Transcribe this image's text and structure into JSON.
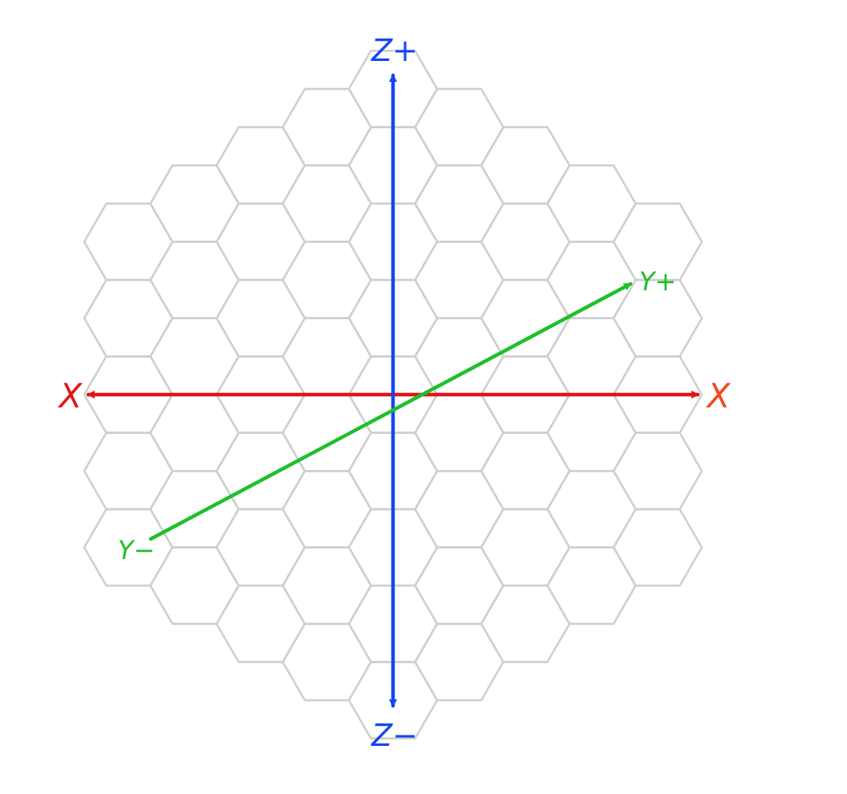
{
  "diagram": {
    "colors": {
      "grid": "#cfcfcf",
      "x_axis": "#e01616",
      "x_label_left": "#e01616",
      "x_label_right": "#f04a1e",
      "y_axis": "#1fbf2a",
      "z_axis": "#1447f0",
      "z_label": "#1447f0"
    },
    "labels": {
      "z_plus": "Z+",
      "z_minus": "Z−",
      "x_left": "X",
      "x_right": "X",
      "y_plus": "Y+",
      "y_minus": "Y−"
    }
  }
}
